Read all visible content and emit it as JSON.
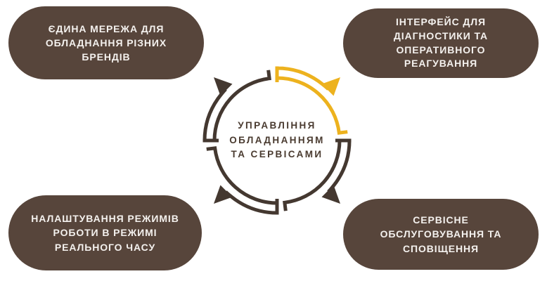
{
  "colors": {
    "background": "#FFFFFF",
    "pill_bg": "#57453B",
    "pill_text": "#F4F1EE",
    "arc_brown": "#443830",
    "accent_yellow": "#EDB21E",
    "center_text": "#4A3B30"
  },
  "center": {
    "label": "УПРАВЛІННЯ\nОБЛАДНАННЯМ\nТА СЕРВІСАМИ"
  },
  "pills": {
    "top_left": {
      "text": "ЄДИНА МЕРЕЖА ДЛЯ\nОБЛАДНАННЯ РІЗНИХ\nБРЕНДІВ"
    },
    "top_right": {
      "text": "ІНТЕРФЕЙС ДЛЯ\nДІАГНОСТИКИ ТА\nОПЕРАТИВНОГО\nРЕАГУВАННЯ"
    },
    "bottom_left": {
      "text": "НАЛАШТУВАННЯ РЕЖИМІВ\nРОБОТИ В РЕЖИМІ\nРЕАЛЬНОГО ЧАСУ"
    },
    "bottom_right": {
      "text": "СЕРВІСНЕ\nОБСЛУГОВУВАННЯ ТА\nСПОВІЩЕННЯ"
    }
  },
  "diagram": {
    "type": "circular-arrows",
    "flow_direction": "clockwise",
    "highlighted_arrow": "top-right"
  }
}
